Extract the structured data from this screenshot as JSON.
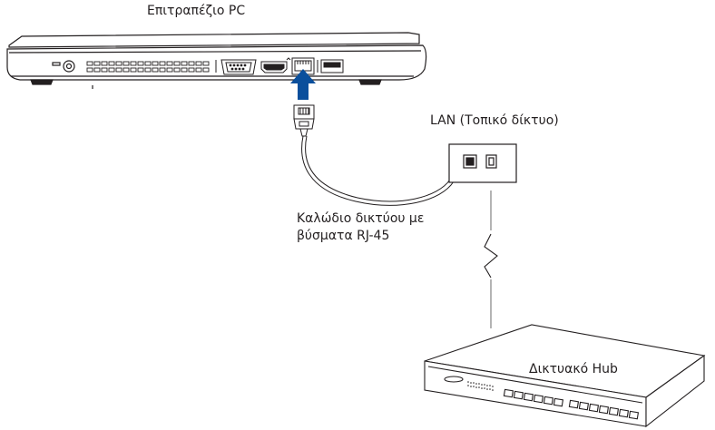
{
  "labels": {
    "pc": "Επιτραπέζιο PC",
    "lan": "LAN (Τοπικό δίκτυο)",
    "cable_line1": "Καλώδιο δικτύου με",
    "cable_line2": "βύσματα RJ-45",
    "hub": "Δικτυακό Hub"
  },
  "colors": {
    "outline": "#231f20",
    "arrow": "#0a4f9c",
    "guide_line": "#9a9a9a"
  },
  "icons": {
    "arrow": "upward-arrow-icon",
    "wave": "zigzag-break-icon"
  }
}
